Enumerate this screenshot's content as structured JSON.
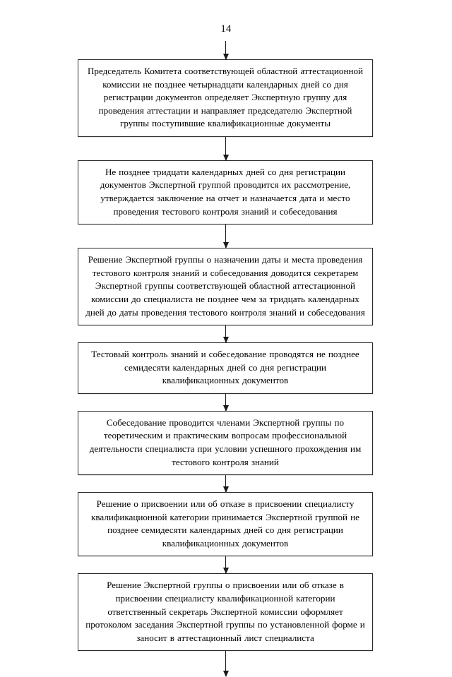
{
  "document": {
    "page_number": "14",
    "language": "ru",
    "type": "flowchart"
  },
  "flowchart": {
    "orientation": "vertical",
    "entry_arrow": true,
    "exit_arrow": true,
    "nodes": [
      {
        "id": "node-1",
        "text": "Председатель Комитета соответствующей областной аттестационной комиссии не позднее четырнадцати календарных дней со дня регистрации документов определяет Экспертную группу для проведения аттестации и направляет председателю Экспертной группы поступившие квалификационные документы"
      },
      {
        "id": "node-2",
        "text": "Не позднее тридцати календарных дней со дня регистрации документов Экспертной группой проводится их рассмотрение, утверждается заключение на отчет и назначается дата и место проведения тестового контроля знаний и собеседования"
      },
      {
        "id": "node-3",
        "text": "Решение Экспертной группы о назначении даты и места проведения тестового контроля знаний и собеседования доводится секретарем Экспертной группы соответствующей областной аттестационной комиссии до специалиста не позднее чем за тридцать календарных дней до даты проведения тестового контроля знаний и собеседования"
      },
      {
        "id": "node-4",
        "text": "Тестовый контроль знаний и собеседование проводятся не позднее семидесяти календарных дней со дня регистрации квалификационных документов"
      },
      {
        "id": "node-5",
        "text": "Собеседование проводится членами Экспертной группы по теоретическим и практическим вопросам профессиональной деятельности специалиста при условии успешного прохождения им тестового контроля знаний"
      },
      {
        "id": "node-6",
        "text": "Решение о присвоении или об отказе в присвоении специалисту квалификационной категории принимается Экспертной группой не позднее семидесяти календарных дней со дня регистрации квалификационных документов"
      },
      {
        "id": "node-7",
        "text": "Решение Экспертной группы о присвоении или об отказе в присвоении специалисту квалификационной категории ответственный секретарь Экспертной комиссии оформляет протоколом заседания Экспертной группы по установленной форме и заносит в аттестационный лист специалиста"
      }
    ]
  },
  "colors": {
    "text": "#000000",
    "border": "#2b2b2b",
    "background": "#ffffff",
    "arrow": "#1a1a1a"
  }
}
